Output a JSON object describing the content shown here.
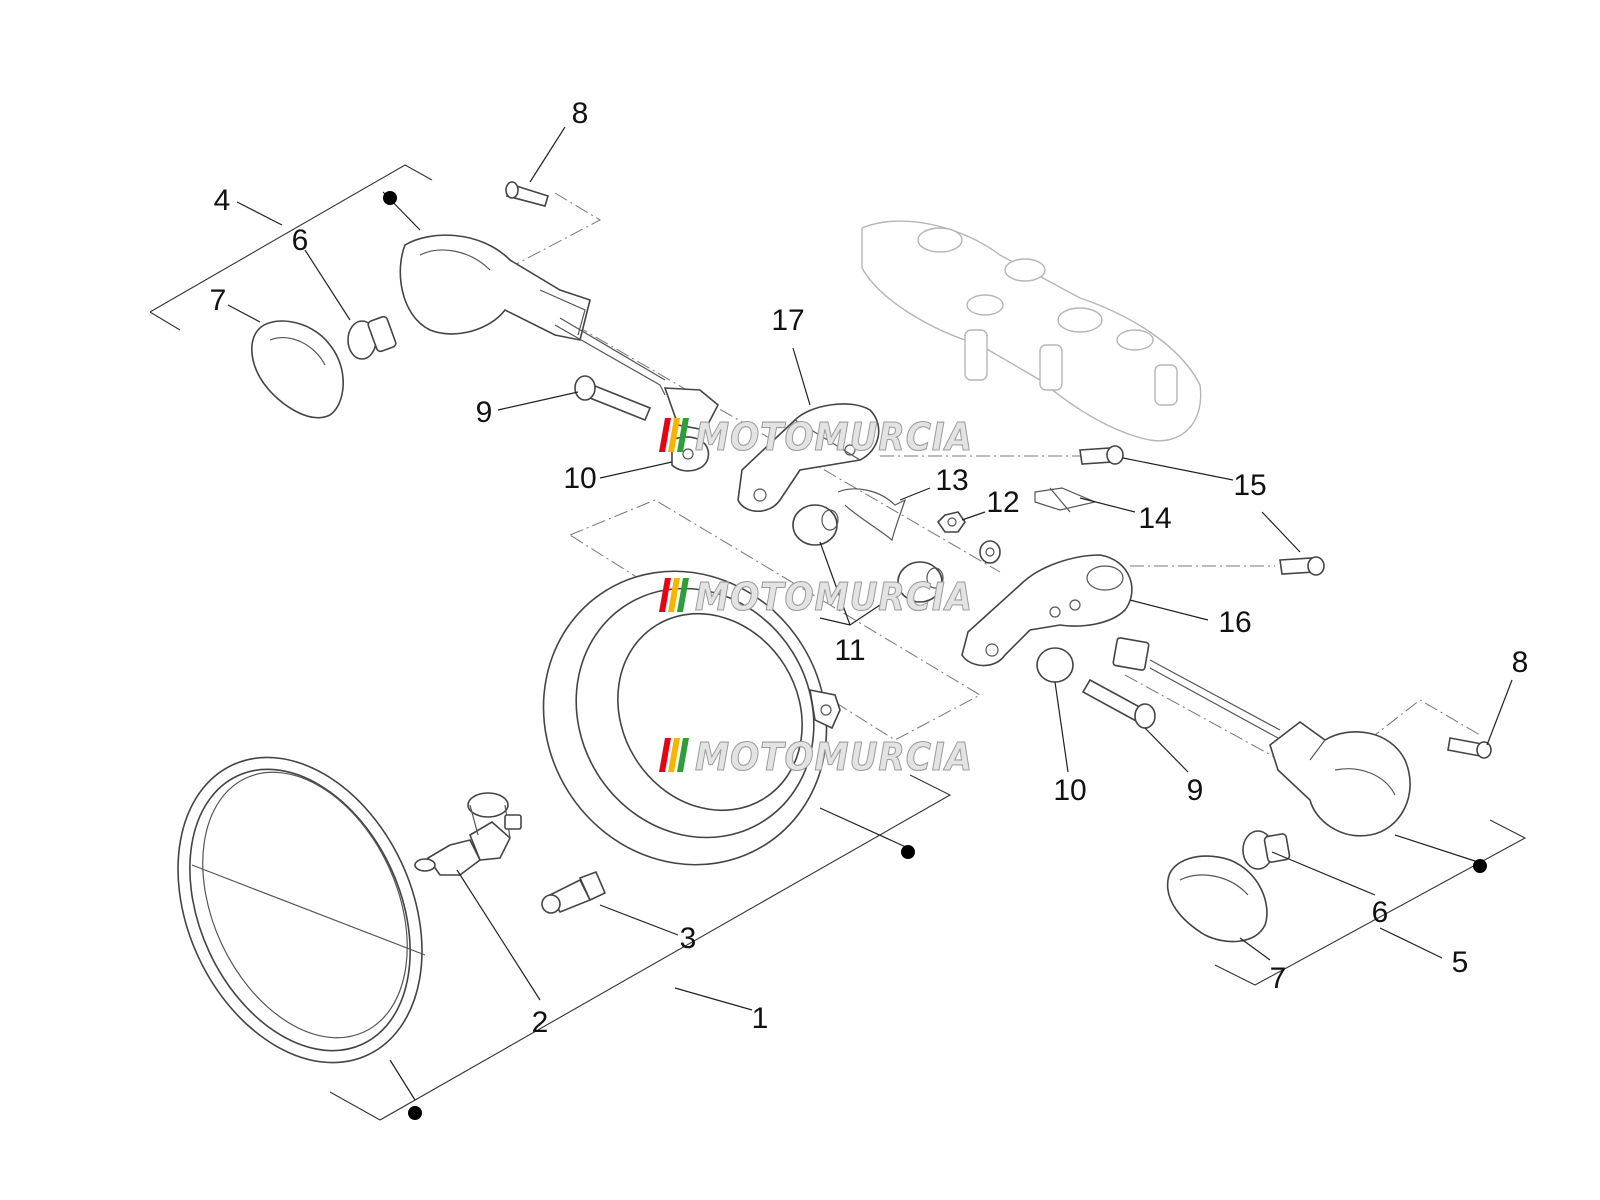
{
  "callouts": [
    {
      "id": "c1",
      "label": "1"
    },
    {
      "id": "c2",
      "label": "2"
    },
    {
      "id": "c3",
      "label": "3"
    },
    {
      "id": "c4",
      "label": "4"
    },
    {
      "id": "c5",
      "label": "5"
    },
    {
      "id": "c6a",
      "label": "6"
    },
    {
      "id": "c6b",
      "label": "6"
    },
    {
      "id": "c7a",
      "label": "7"
    },
    {
      "id": "c7b",
      "label": "7"
    },
    {
      "id": "c8a",
      "label": "8"
    },
    {
      "id": "c8b",
      "label": "8"
    },
    {
      "id": "c9a",
      "label": "9"
    },
    {
      "id": "c9b",
      "label": "9"
    },
    {
      "id": "c10a",
      "label": "10"
    },
    {
      "id": "c10b",
      "label": "10"
    },
    {
      "id": "c11",
      "label": "11"
    },
    {
      "id": "c12",
      "label": "12"
    },
    {
      "id": "c13",
      "label": "13"
    },
    {
      "id": "c14",
      "label": "14"
    },
    {
      "id": "c15",
      "label": "15"
    },
    {
      "id": "c16",
      "label": "16"
    },
    {
      "id": "c17",
      "label": "17"
    }
  ],
  "watermark": {
    "text": "MOTOMURCIA",
    "colors": [
      "#e30613",
      "#f7b500",
      "#2e9e3c"
    ]
  }
}
